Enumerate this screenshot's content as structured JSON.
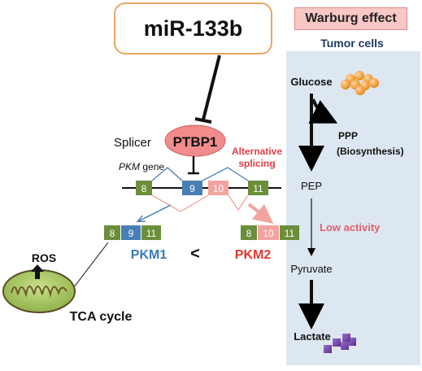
{
  "mirna": {
    "label": "miR-133b"
  },
  "warburg": {
    "title": "Warburg effect",
    "subtitle": "Tumor cells"
  },
  "splicing": {
    "splicer_label": "Splicer",
    "ptbp1_label": "PTBP1",
    "gene_label_italic": "PKM",
    "gene_label_rest": " gene",
    "alt_splicing_line1": "Alternative",
    "alt_splicing_line2": "splicing",
    "exons": [
      "8",
      "9",
      "10",
      "11"
    ]
  },
  "isoforms": {
    "pkm1": {
      "label": "PKM1",
      "exons": [
        "8",
        "9",
        "11"
      ]
    },
    "comparator": "<",
    "pkm2": {
      "label": "PKM2",
      "exons": [
        "8",
        "10",
        "11"
      ]
    }
  },
  "mitochondria": {
    "ros_label": "ROS",
    "tca_label": "TCA cycle"
  },
  "pathway": {
    "glucose": "Glucose",
    "ppp_line1": "PPP",
    "ppp_line2": "(Biosynthesis)",
    "pep": "PEP",
    "low_activity": "Low activity",
    "pyruvate": "Pyruvate",
    "lactate": "Lactate"
  },
  "colors": {
    "exon_green": "#6b8e3a",
    "exon_blue": "#4a7fb5",
    "exon_pink": "#f2a3a0",
    "ptbp1_fill": "#f28c8c",
    "panel_bg": "#dde7f1",
    "pkm1_text": "#3b7ab8",
    "pkm2_text": "#e03a2f",
    "low_activity_text": "#e0606a",
    "glucose_orange": "#f0a030",
    "lactate_purple": "#7a4aa8",
    "mito_fill": "#a9c96a"
  }
}
